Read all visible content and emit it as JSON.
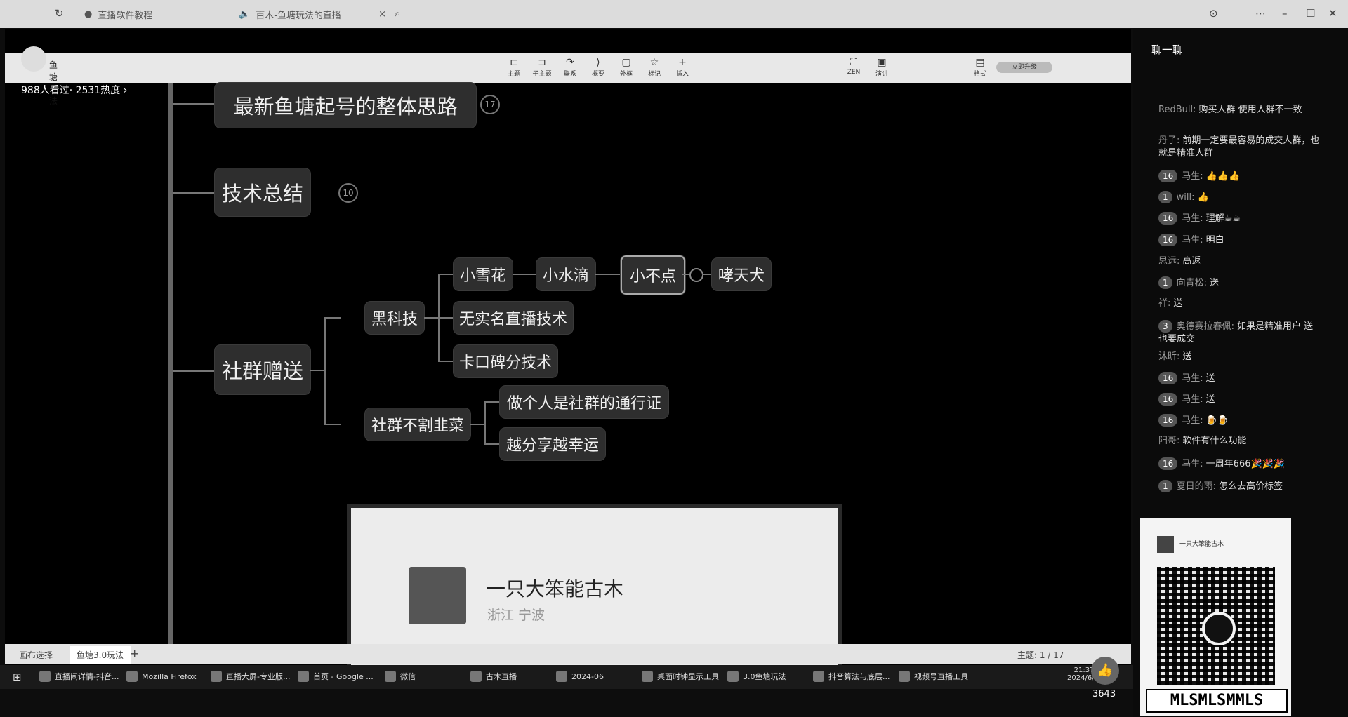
{
  "browser": {
    "tab1": "直播软件教程",
    "tab2": "百木-鱼塘玩法的直播",
    "close": "×"
  },
  "stream": {
    "streamer": "鱼塘玩法",
    "viewers": "988人看过· 2531热度 ›"
  },
  "app_toolbar": {
    "items": [
      "主题",
      "子主题",
      "联系",
      "概要",
      "外框",
      "标记",
      "插入",
      "ZEN",
      "演讲",
      "格式"
    ],
    "button": "立即升级"
  },
  "mindmap": {
    "n1": "最新鱼塘起号的整体思路",
    "n1_count": "17",
    "n2": "技术总结",
    "n2_count": "10",
    "n3": "社群赠送",
    "b1": "黑科技",
    "b2": "社群不割韭菜",
    "c1": "小雪花",
    "c2": "小水滴",
    "c3": "小不点",
    "c4": "哮天犬",
    "c5": "无实名直播技术",
    "c6": "卡口碑分技术",
    "c7": "做个人是社群的通行证",
    "c8": "越分享越幸运"
  },
  "card": {
    "name": "一只大笨能古木",
    "location": "浙江 宁波"
  },
  "bottom_tabs": {
    "t1": "画布选择",
    "t2": "鱼塘3.0玩法",
    "plus": "+",
    "theme": "主题: 1 / 17"
  },
  "taskbar": {
    "items": [
      "直播间详情-抖音...",
      "Mozilla Firefox",
      "直播大屏-专业版...",
      "首页 - Google ...",
      "微信",
      "古木直播",
      "2024-06",
      "桌面时钟显示工具",
      "3.0鱼塘玩法",
      "抖音算法与底层...",
      "视频号直播工具"
    ],
    "time": "21:37",
    "date": "2024/6/..."
  },
  "chat": {
    "title": "聊一聊",
    "messages": [
      {
        "level": "",
        "user": "RedBull:",
        "text": "购买人群 使用人群不一致"
      },
      {
        "level": "",
        "user": "丹子:",
        "text": "前期一定要最容易的成交人群，也就是精准人群"
      },
      {
        "level": "16",
        "user": "马生:",
        "text": "👍👍👍"
      },
      {
        "level": "1",
        "user": "will:",
        "text": "👍"
      },
      {
        "level": "16",
        "user": "马生:",
        "text": "理解☕☕"
      },
      {
        "level": "16",
        "user": "马生:",
        "text": "明白"
      },
      {
        "level": "",
        "user": "思远:",
        "text": "高返"
      },
      {
        "level": "1",
        "user": "向青松:",
        "text": "送"
      },
      {
        "level": "",
        "user": "祥:",
        "text": "送"
      },
      {
        "level": "3",
        "user": "奥德赛拉春佩:",
        "text": "如果是精准用户 送也要成交"
      },
      {
        "level": "",
        "user": "沐昕:",
        "text": "送"
      },
      {
        "level": "16",
        "user": "马生:",
        "text": "送"
      },
      {
        "level": "16",
        "user": "马生:",
        "text": "送"
      },
      {
        "level": "16",
        "user": "马生:",
        "text": "🍺🍺"
      },
      {
        "level": "",
        "user": "阳哥:",
        "text": "软件有什么功能"
      },
      {
        "level": "16",
        "user": "马生:",
        "text": "一周年666🎉🎉🎉"
      },
      {
        "level": "1",
        "user": "夏日的雨:",
        "text": "怎么去高价标签"
      }
    ],
    "likes": "3643"
  },
  "qr": {
    "owner": "一只大笨能古木",
    "watermark": "MLSMLSMMLS"
  }
}
